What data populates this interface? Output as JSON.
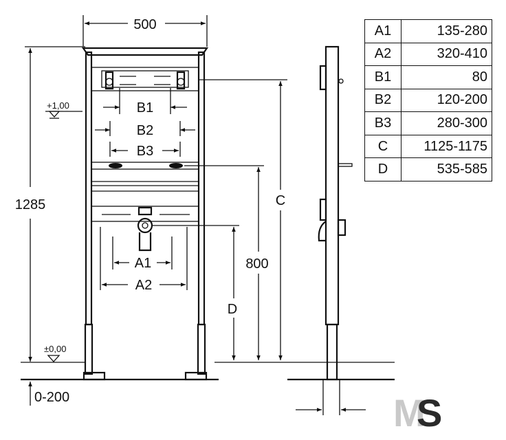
{
  "dimensions": {
    "width": "500",
    "height": "1285",
    "c": "C",
    "d": "D",
    "h800": "800",
    "a1": "A1",
    "a2": "A2",
    "b1": "B1",
    "b2": "B2",
    "b3": "B3",
    "adjust": "0-200"
  },
  "levels": {
    "plus": "+1,00",
    "zero": "±0,00"
  },
  "table": [
    {
      "key": "A1",
      "value": "135-280"
    },
    {
      "key": "A2",
      "value": "320-410"
    },
    {
      "key": "B1",
      "value": "80"
    },
    {
      "key": "B2",
      "value": "120-200"
    },
    {
      "key": "B3",
      "value": "280-300"
    },
    {
      "key": "C",
      "value": "1125-1175"
    },
    {
      "key": "D",
      "value": "535-585"
    }
  ],
  "logo": {
    "m": "M",
    "s": "S"
  }
}
